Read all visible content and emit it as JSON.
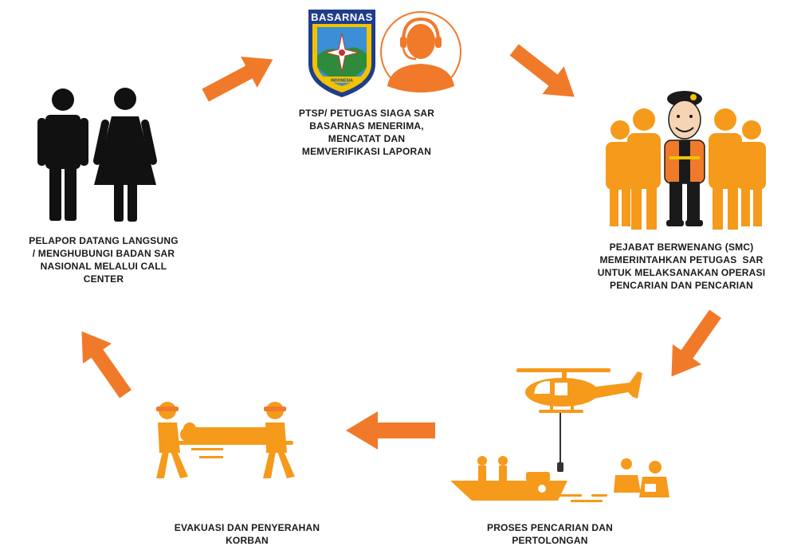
{
  "logo": {
    "text_top": "BASARNAS",
    "text_bottom": "INDONESIA"
  },
  "steps": [
    {
      "id": "pelapor",
      "lines": [
        "PELAPOR DATANG LANGSUNG",
        "/ MENGHUBUNGI BADAN SAR",
        "NASIONAL MELALUI CALL",
        "CENTER"
      ]
    },
    {
      "id": "ptsp",
      "lines": [
        "PTSP/ PETUGAS SIAGA SAR",
        "BASARNAS MENERIMA,",
        "MENCATAT DAN",
        "MEMVERIFIKASI LAPORAN"
      ]
    },
    {
      "id": "pejabat",
      "lines": [
        "PEJABAT BERWENANG (SMC)",
        "MEMERINTAHKAN PETUGAS  SAR",
        "UNTUK MELAKSANAKAN OPERASI",
        "PENCARIAN DAN PENCARIAN"
      ]
    },
    {
      "id": "proses",
      "lines": [
        "PROSES PENCARIAN DAN",
        "PERTOLONGAN"
      ]
    },
    {
      "id": "evakuasi",
      "lines": [
        "EVAKUASI DAN PENYERAHAN",
        "KORBAN"
      ]
    }
  ],
  "colors": {
    "arrow": "#f07a2a",
    "icon": "#f59a1b",
    "dark": "#111111",
    "logo_navy": "#1f3d8a",
    "logo_yellow": "#f2c200"
  },
  "icons": {
    "reporters": "man-woman-icon",
    "operator": "headset-operator-icon",
    "commander": "sar-team-icon",
    "search": "helicopter-boat-icon",
    "evacuation": "stretcher-icon"
  }
}
